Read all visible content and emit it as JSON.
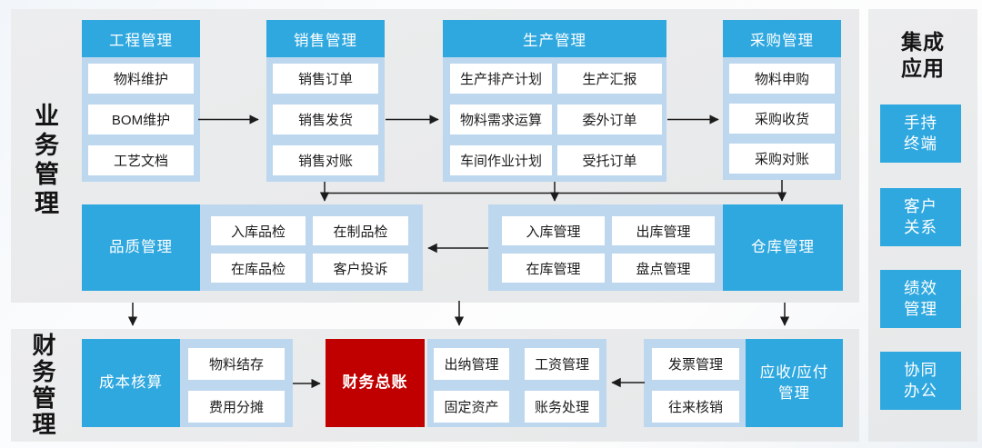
{
  "sections": {
    "business_label": "业务管理",
    "finance_label": "财务管理"
  },
  "integration": {
    "title": "集成\n应用",
    "items": [
      "手持\n终端",
      "客户\n关系",
      "绩效\n管理",
      "协同\n办公"
    ]
  },
  "groups": {
    "engineering": {
      "title": "工程管理",
      "items": [
        "物料维护",
        "BOM维护",
        "工艺文档"
      ]
    },
    "sales": {
      "title": "销售管理",
      "items": [
        "销售订单",
        "销售发货",
        "销售对账"
      ]
    },
    "production": {
      "title": "生产管理",
      "items": [
        "生产排产计划",
        "生产汇报",
        "物料需求运算",
        "委外订单",
        "车间作业计划",
        "受托订单"
      ]
    },
    "purchase": {
      "title": "采购管理",
      "items": [
        "物料申购",
        "采购收货",
        "采购对账"
      ]
    },
    "quality": {
      "block": "品质管理",
      "items": [
        "入库品检",
        "在制品检",
        "在库品检",
        "客户投诉"
      ]
    },
    "warehouse": {
      "block": "仓库管理",
      "items": [
        "入库管理",
        "出库管理",
        "在库管理",
        "盘点管理"
      ]
    },
    "cost": {
      "block": "成本核算",
      "items": [
        "物料结存",
        "费用分摊"
      ]
    },
    "ledger": {
      "block": "财务总账"
    },
    "treasury": {
      "items": [
        "出纳管理",
        "工资管理",
        "固定资产",
        "账务处理"
      ]
    },
    "receivable": {
      "block": "应收/应付\n管理",
      "items": [
        "发票管理",
        "往来核销"
      ]
    }
  },
  "colors": {
    "accent_blue": "#2fa8e0",
    "group_light_blue": "#bdd7ee",
    "ledger_red": "#c00000",
    "panel_gray": "#eaebec",
    "arrow": "#1c1c1c"
  }
}
